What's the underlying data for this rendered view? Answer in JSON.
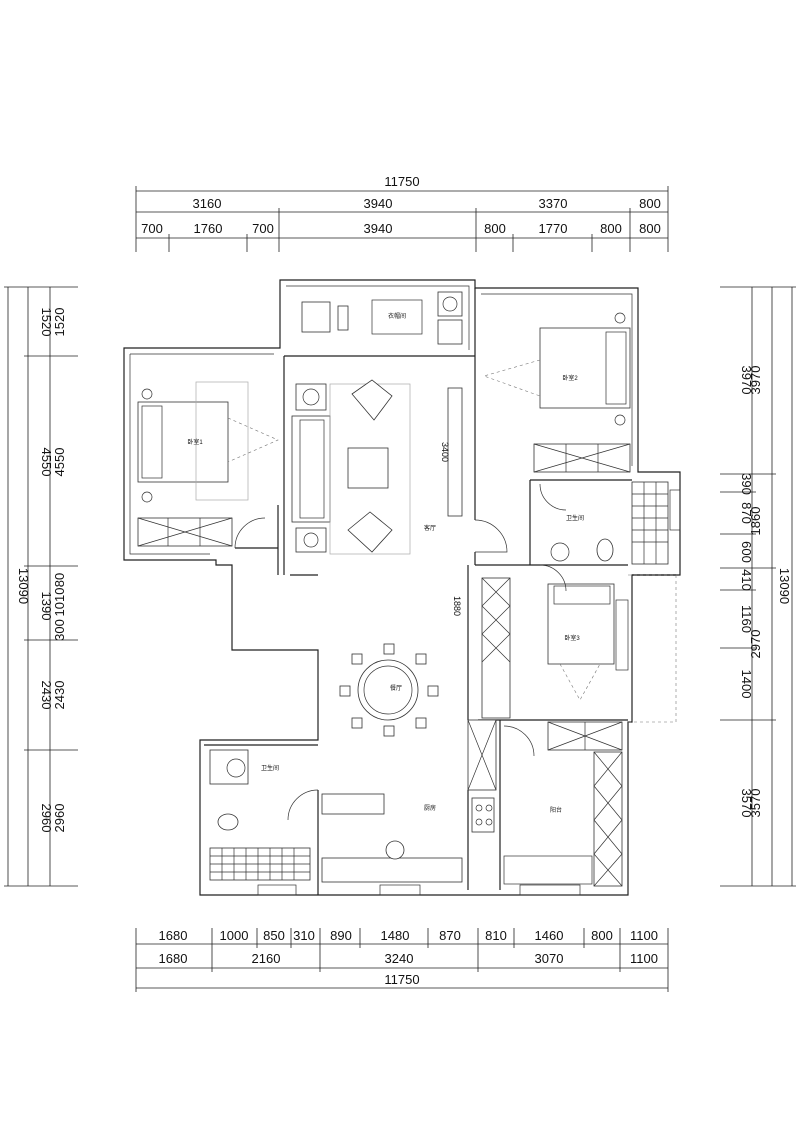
{
  "dimensions": {
    "top_total": "11750",
    "top_row1": [
      "3160",
      "3940",
      "3370",
      "800"
    ],
    "top_row2": [
      "700",
      "1760",
      "700",
      "3940",
      "800",
      "1770",
      "800",
      "800"
    ],
    "bottom_row1": [
      "1680",
      "1000",
      "850",
      "310",
      "890",
      "1480",
      "870",
      "810",
      "1460",
      "800",
      "1100"
    ],
    "bottom_row2": [
      "1680",
      "2160",
      "3240",
      "3070",
      "1100"
    ],
    "bottom_total": "11750",
    "left_total": "13090",
    "left_outer": [
      "1520",
      "4550",
      "1390",
      "2430",
      "2960"
    ],
    "left_inner": [
      "1520",
      "4550",
      "80",
      "1010",
      "300",
      "2430",
      "2960"
    ],
    "right_total": "13090",
    "right_outer": [
      "3970",
      "1860",
      "2970",
      "3570"
    ],
    "right_inner": [
      "3970",
      "390",
      "870",
      "600",
      "410",
      "1160",
      "1400",
      "3570"
    ],
    "interior": [
      "3400",
      "1880"
    ]
  },
  "rooms": {
    "bedroom_master": "卧室1",
    "bedroom_2": "卧室2",
    "bedroom_3": "卧室3",
    "living": "客厅",
    "dining": "餐厅",
    "kitchen": "厨房",
    "bath_main": "卫生间",
    "bath_2": "卫生间",
    "balcony": "阳台",
    "study": "衣帽间"
  },
  "icons": [
    "ceiling-fan-icon",
    "toilet-icon",
    "sink-icon",
    "bed-icon",
    "sofa-icon",
    "dining-table-icon",
    "stove-icon",
    "door-swing-icon"
  ]
}
